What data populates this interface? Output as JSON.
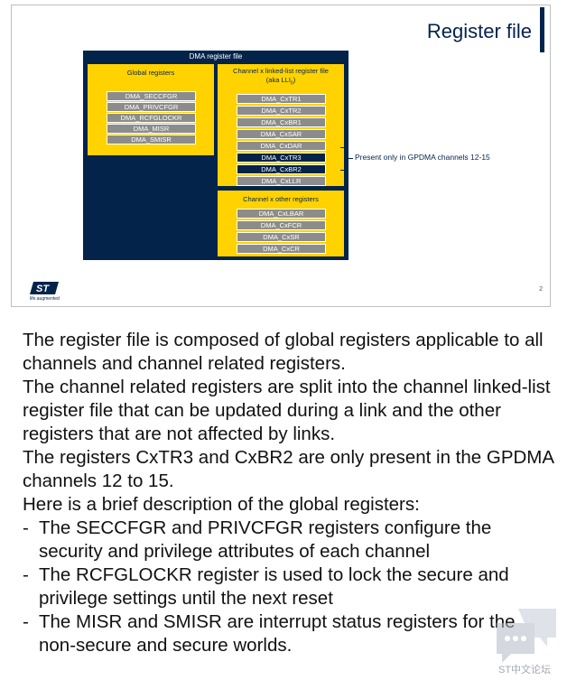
{
  "slide": {
    "title": "Register file",
    "page_number": "2",
    "logo_tagline": "life.augmented",
    "dma_title": "DMA register file",
    "global": {
      "title": "Global registers",
      "registers": [
        "DMA_SECCFGR",
        "DMA_PRIVCFGR",
        "DMA_RCFGLOCKR",
        "DMA_MISR",
        "DMA_SMISR"
      ]
    },
    "linked": {
      "title": "Channel x linked-list register file",
      "subtitle": "(aka LLI",
      "subscript": "0",
      "subtitle_end": ")",
      "registers": [
        "DMA_CxTR1",
        "DMA_CxTR2",
        "DMA_CxBR1",
        "DMA_CxSAR",
        "DMA_CxDAR",
        "DMA_CxTR3",
        "DMA_CxBR2",
        "DMA_CxLLR"
      ]
    },
    "other": {
      "title": "Channel x other registers",
      "registers": [
        "DMA_CxLBAR",
        "DMA_CxFCR",
        "DMA_CxSR",
        "DMA_CxCR"
      ]
    },
    "note": "Present only in GPDMA channels 12-15"
  },
  "notes": {
    "p1": "The register file is composed of global registers applicable to all channels and channel related registers.",
    "p2": "The channel related registers are split into the channel linked-list register file that can be updated during a link and the other registers that are not affected by links.",
    "p3": "The registers CxTR3 and CxBR2 are only present in the GPDMA channels 12 to 15.",
    "p4": "Here is a brief description of the global registers:",
    "bullets": [
      "The SECCFGR and PRIVCFGR registers configure the security and privilege attributes of each channel",
      "The RCFGLOCKR register is used to lock the secure and privilege settings until the next reset",
      "The MISR and SMISR are interrupt status registers for the non-secure and secure worlds."
    ]
  },
  "watermark": "ST中文论坛",
  "colors": {
    "navy": "#03234b",
    "yellow": "#ffd200",
    "grey": "#8c8c8c"
  }
}
